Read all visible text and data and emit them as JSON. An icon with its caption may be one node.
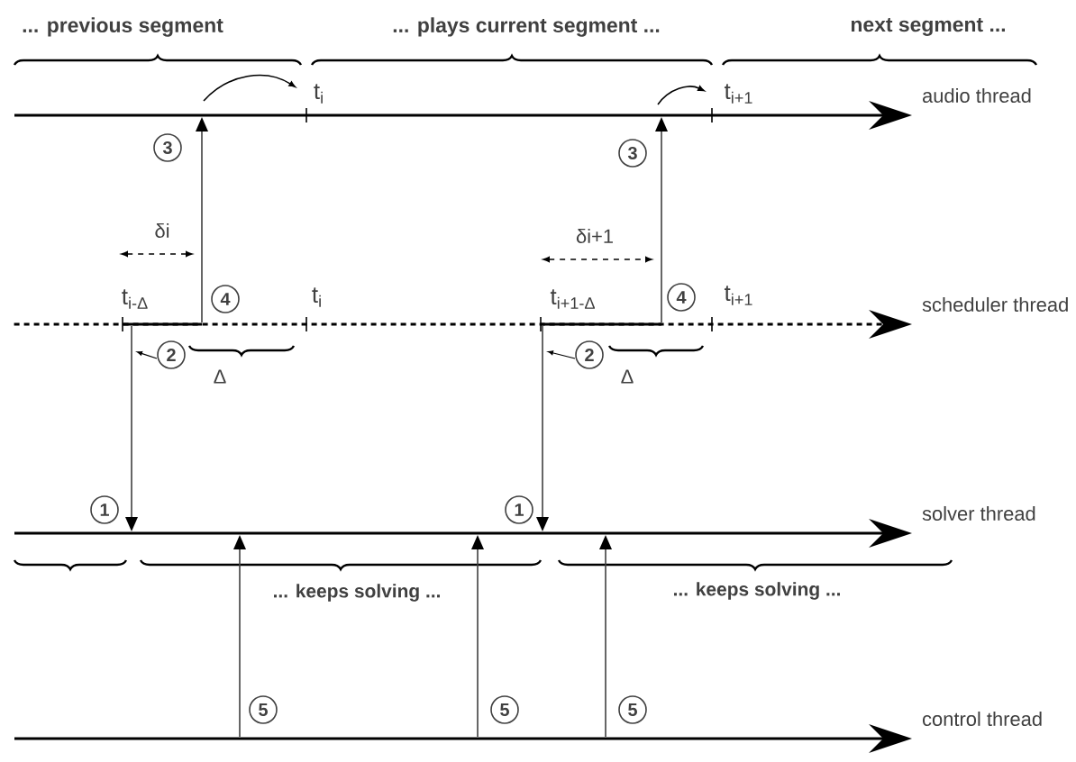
{
  "diagram": {
    "nodes": [
      {
        "text": [],
        "shape": "bar",
        "beside": [
          "audio thread"
        ]
      },
      {
        "text": [],
        "shape": "bar",
        "beside": [
          "scheduler thread"
        ]
      },
      {
        "text": [],
        "shape": "bar",
        "beside": [
          "solver thread"
        ]
      },
      {
        "text": [],
        "shape": "bar",
        "beside": [
          "control thread"
        ]
      }
    ],
    "edges": [
      {
        "from": 1,
        "to": 2,
        "arrow": "to",
        "label": "1"
      },
      {
        "from": 1,
        "to": 2,
        "arrow": "to",
        "label": "1"
      },
      {
        "from": 1,
        "to": 0,
        "arrow": "to",
        "label": "3"
      },
      {
        "from": 1,
        "to": 0,
        "arrow": "to",
        "label": "3"
      },
      {
        "from": 3,
        "to": 2,
        "arrow": "to",
        "label": "5"
      },
      {
        "from": 3,
        "to": 2,
        "arrow": "to",
        "label": "5"
      },
      {
        "from": 3,
        "to": 2,
        "arrow": "to",
        "label": "5"
      }
    ],
    "labels": [
      "... previous segment",
      "... plays current segment ...",
      "next segment ...",
      "t$_{i}$",
      "t$_{i+1}$",
      "δi",
      "δi+1",
      "t$_{i-Δ}$",
      "4",
      "t$_{i}$",
      "t$_{i+1-Δ}$",
      "4",
      "t$_{i+1}$",
      "2",
      "Δ",
      "2",
      "Δ",
      "... keeps solving ...",
      "... keeps solving ..."
    ]
  }
}
